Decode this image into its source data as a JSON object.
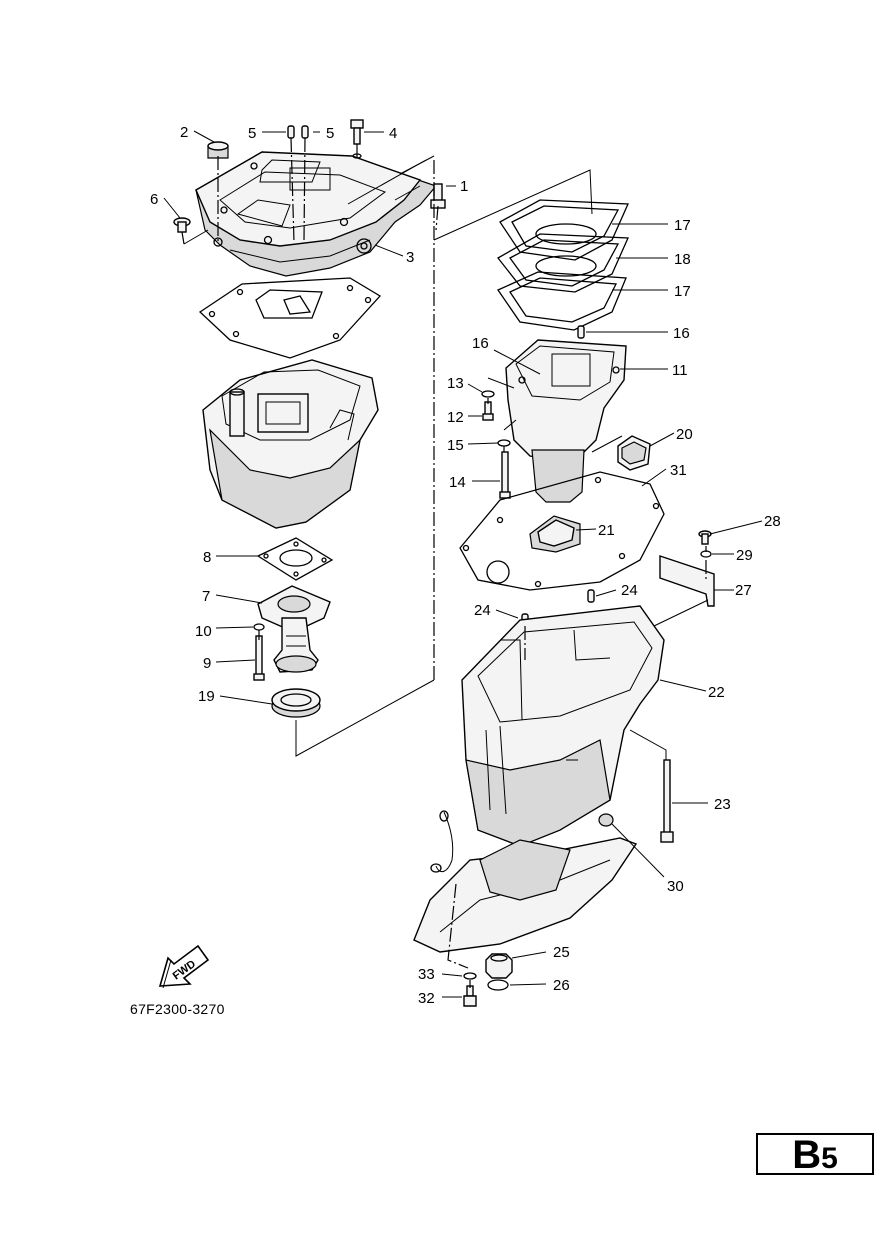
{
  "callouts": [
    {
      "n": "1"
    },
    {
      "n": "2"
    },
    {
      "n": "3"
    },
    {
      "n": "4"
    },
    {
      "n": "5"
    },
    {
      "n": "5"
    },
    {
      "n": "6"
    },
    {
      "n": "7"
    },
    {
      "n": "8"
    },
    {
      "n": "9"
    },
    {
      "n": "10"
    },
    {
      "n": "11"
    },
    {
      "n": "12"
    },
    {
      "n": "13"
    },
    {
      "n": "14"
    },
    {
      "n": "15"
    },
    {
      "n": "16"
    },
    {
      "n": "16"
    },
    {
      "n": "17"
    },
    {
      "n": "18"
    },
    {
      "n": "17"
    },
    {
      "n": "19"
    },
    {
      "n": "20"
    },
    {
      "n": "21"
    },
    {
      "n": "22"
    },
    {
      "n": "23"
    },
    {
      "n": "24"
    },
    {
      "n": "24"
    },
    {
      "n": "25"
    },
    {
      "n": "26"
    },
    {
      "n": "27"
    },
    {
      "n": "28"
    },
    {
      "n": "29"
    },
    {
      "n": "30"
    },
    {
      "n": "31"
    },
    {
      "n": "32"
    },
    {
      "n": "33"
    }
  ],
  "fwd_label": "FWD",
  "drawing_code": "67F2300-3270",
  "section": {
    "letter": "B",
    "number": "5"
  }
}
